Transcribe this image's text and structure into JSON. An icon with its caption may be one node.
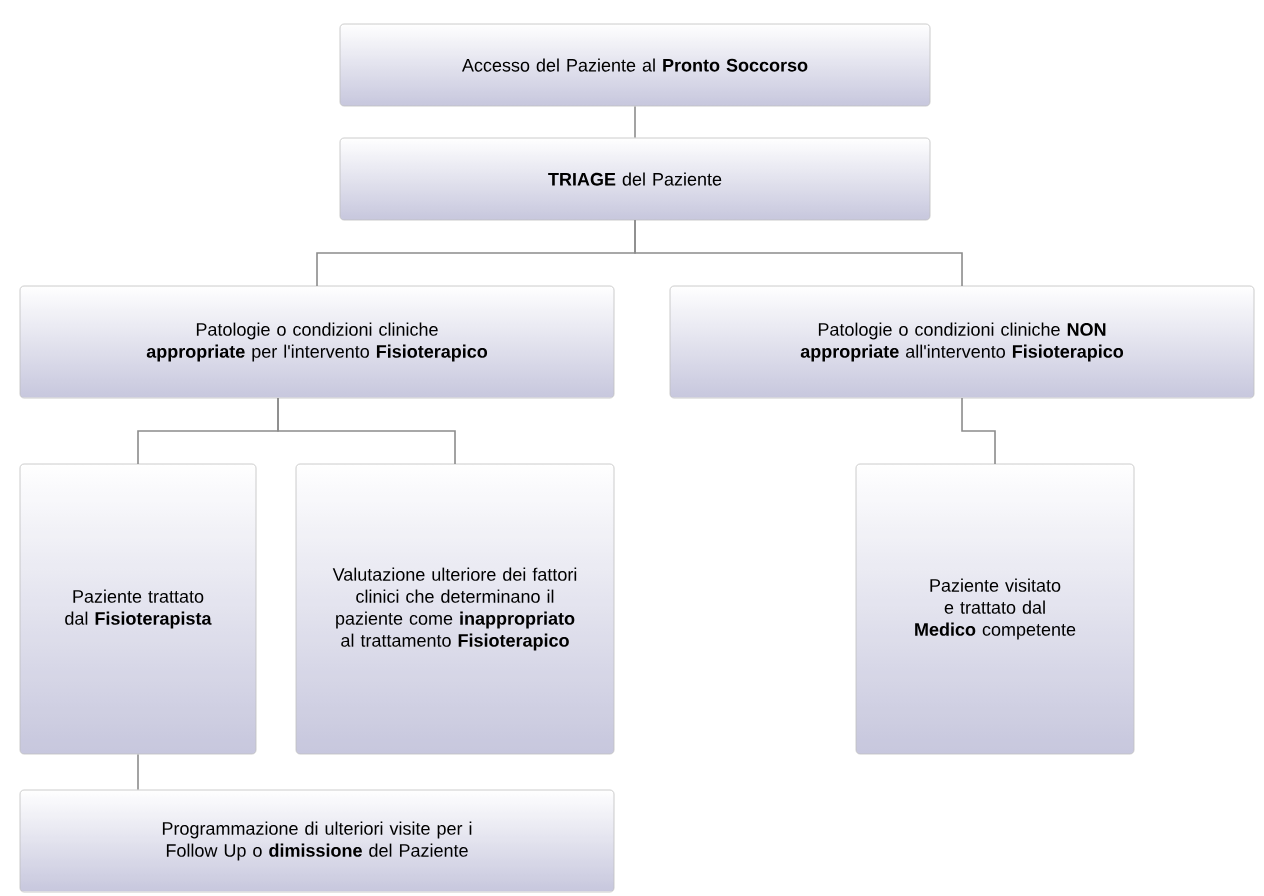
{
  "diagram": {
    "nodes": [
      {
        "text": [
          "Accesso del Paziente al **Pronto Soccorso**"
        ]
      },
      {
        "text": [
          "**TRIAGE** del Paziente"
        ]
      },
      {
        "text": [
          "Patologie o condizioni cliniche **appropriate** per l'intervento **Fisioterapico**"
        ]
      },
      {
        "text": [
          "Patologie o condizioni cliniche **NON appropriate** all'intervento **Fisioterapico**"
        ]
      },
      {
        "text": [
          "Paziente trattato dal **Fisioterapista**"
        ]
      },
      {
        "text": [
          "Valutazione ulteriore dei fattori clinici che determinano il paziente come **inappropriato** al trattamento **Fisioterapico**"
        ]
      },
      {
        "text": [
          "Paziente visitato e trattato dal **Medico** competente"
        ]
      },
      {
        "text": [
          "Programmazione di ulteriori visite per i Follow Up o **dimissione** del Paziente"
        ]
      }
    ],
    "edges": [
      {
        "from": 0,
        "to": 1,
        "arrow": "none"
      },
      {
        "from": 1,
        "to": 2,
        "arrow": "none"
      },
      {
        "from": 1,
        "to": 3,
        "arrow": "none"
      },
      {
        "from": 2,
        "to": 4,
        "arrow": "none"
      },
      {
        "from": 2,
        "to": 5,
        "arrow": "none"
      },
      {
        "from": 3,
        "to": 6,
        "arrow": "none"
      },
      {
        "from": 4,
        "to": 7,
        "arrow": "none"
      }
    ]
  }
}
